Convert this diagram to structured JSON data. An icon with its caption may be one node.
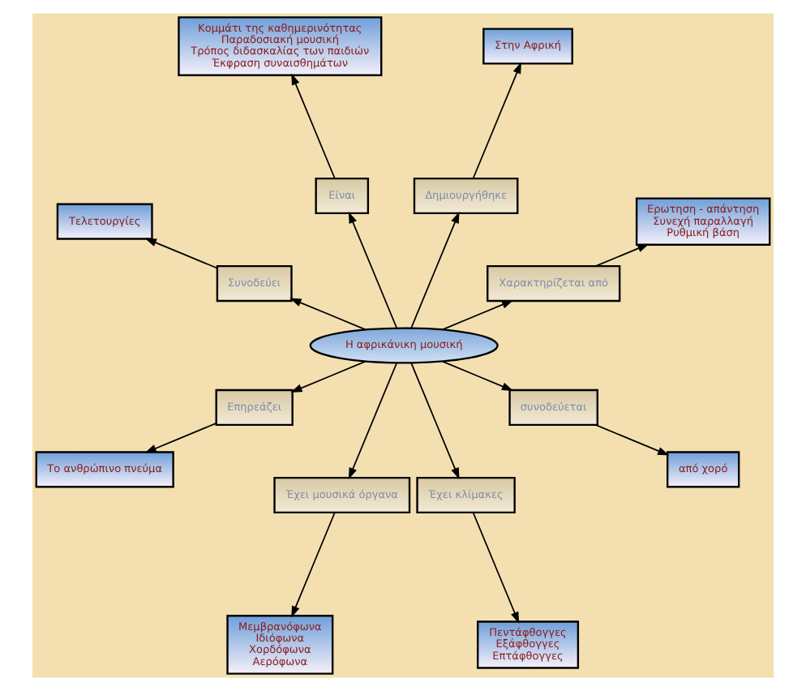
{
  "diagram": {
    "nodes": [
      {
        "text": [
          "Ερωτηση - απάντηση",
          "Συνεχή παραλλαγή",
          "Ρυθμική βάση"
        ]
      },
      {
        "text": [
          "Στην Αφρική"
        ]
      },
      {
        "text": [
          "Κομμάτι της καθημερινότητας",
          "Παραδοσιακή μουσική",
          "Τρόπος διδασκαλίας των παιδιών",
          "Έκφραση συναισθημάτων"
        ]
      },
      {
        "text": [
          "Χαρακτηρίζεται από"
        ]
      },
      {
        "text": [
          "Δημιουργήθηκε"
        ]
      },
      {
        "text": [
          "Είναι"
        ]
      },
      {
        "text": [
          "Το ανθρώπινο πνεύμα"
        ]
      },
      {
        "text": [
          "Η αφρικάνικη μουσική"
        ]
      },
      {
        "text": [
          "Συνοδεύει"
        ]
      },
      {
        "text": [
          "Επηρεάζει"
        ]
      },
      {
        "text": [
          "Τελετουργίες"
        ]
      },
      {
        "text": [
          "Έχει μουσικά όργανα"
        ]
      },
      {
        "text": [
          "Έχει κλίμακες"
        ]
      },
      {
        "text": [
          "συνοδεύεται"
        ]
      },
      {
        "text": [
          "Μεμβρανόφωνα",
          "Ιδιόφωνα",
          "Χορδόφωνα",
          "Αερόφωνα"
        ]
      },
      {
        "text": [
          "Πεντάφθογγες",
          "Εξάφθογγες",
          "Επτάφθογγες"
        ]
      },
      {
        "text": [
          "από χορό"
        ]
      }
    ],
    "edges": [
      {
        "from": 7,
        "to": 3,
        "arrow": "to"
      },
      {
        "from": 3,
        "to": 0,
        "arrow": "to"
      },
      {
        "from": 7,
        "to": 4,
        "arrow": "to"
      },
      {
        "from": 4,
        "to": 1,
        "arrow": "to"
      },
      {
        "from": 7,
        "to": 5,
        "arrow": "to"
      },
      {
        "from": 5,
        "to": 2,
        "arrow": "to"
      },
      {
        "from": 7,
        "to": 9,
        "arrow": "to"
      },
      {
        "from": 9,
        "to": 6,
        "arrow": "to"
      },
      {
        "from": 7,
        "to": 8,
        "arrow": "to"
      },
      {
        "from": 8,
        "to": 10,
        "arrow": "to"
      },
      {
        "from": 7,
        "to": 11,
        "arrow": "to"
      },
      {
        "from": 11,
        "to": 14,
        "arrow": "to"
      },
      {
        "from": 7,
        "to": 12,
        "arrow": "to"
      },
      {
        "from": 12,
        "to": 15,
        "arrow": "to"
      },
      {
        "from": 7,
        "to": 13,
        "arrow": "to"
      },
      {
        "from": 13,
        "to": 16,
        "arrow": "to"
      }
    ]
  }
}
